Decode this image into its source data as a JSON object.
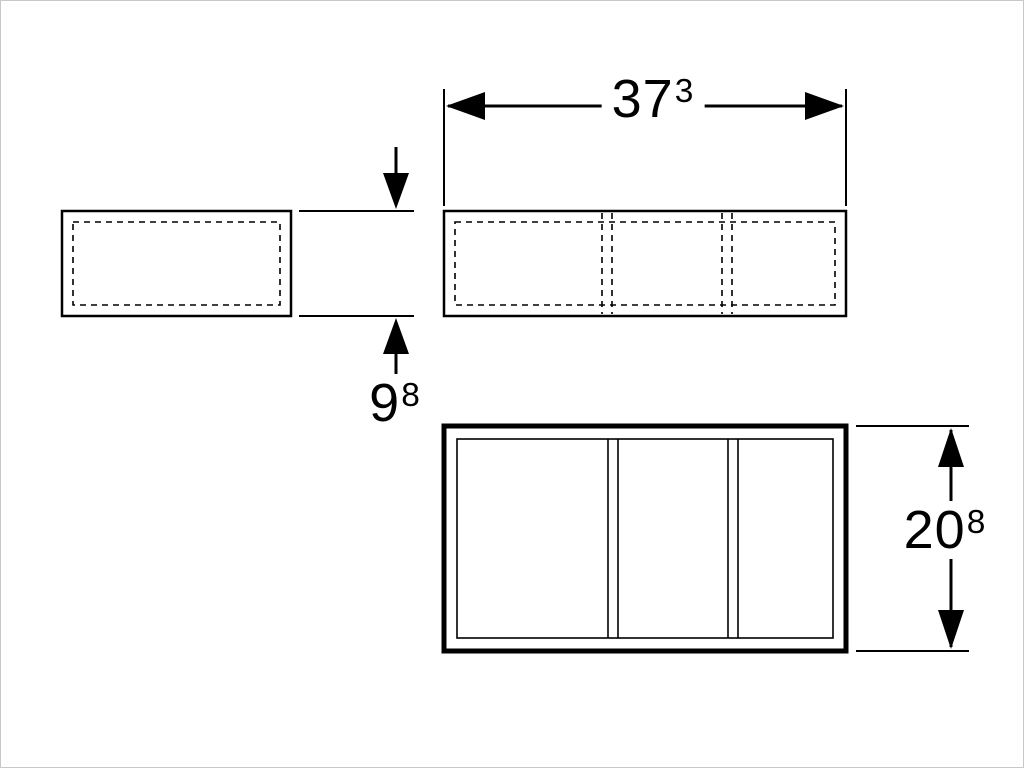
{
  "colors": {
    "line": "#000000",
    "background": "#ffffff",
    "frame": "#c8c8c8"
  },
  "dimensions": {
    "width": {
      "value": "37",
      "exponent": "3"
    },
    "height": {
      "value": "9",
      "exponent": "8"
    },
    "depth": {
      "value": "20",
      "exponent": "8"
    }
  }
}
